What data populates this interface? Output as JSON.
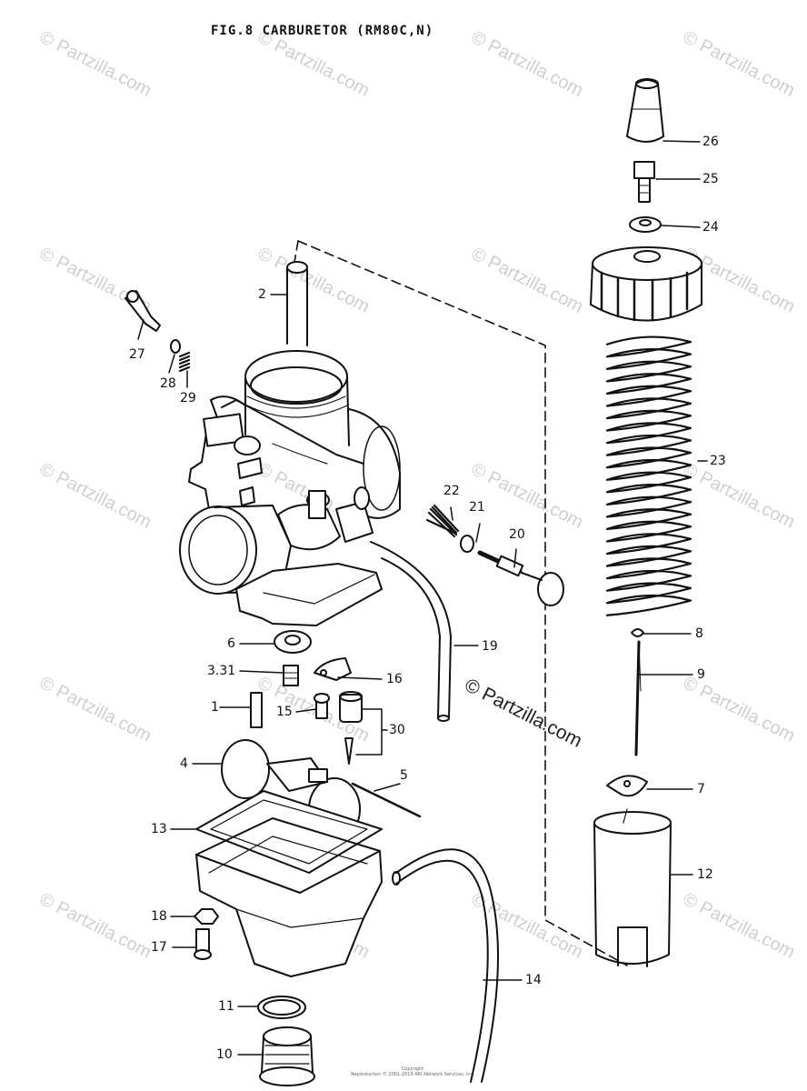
{
  "title": "FIG.8  CARBURETOR (RM80C,N)",
  "watermark": "© Partzilla.com",
  "footer": {
    "line1": "Copyright",
    "line2": "Reproduction © 2001-2019 ARI Network Services, Inc."
  },
  "callouts": [
    {
      "id": "c26",
      "label": "26"
    },
    {
      "id": "c25",
      "label": "25"
    },
    {
      "id": "c24",
      "label": "24"
    },
    {
      "id": "c2",
      "label": "2"
    },
    {
      "id": "c27",
      "label": "27"
    },
    {
      "id": "c28",
      "label": "28"
    },
    {
      "id": "c29",
      "label": "29"
    },
    {
      "id": "c23",
      "label": "23"
    },
    {
      "id": "c22",
      "label": "22"
    },
    {
      "id": "c21",
      "label": "21"
    },
    {
      "id": "c20",
      "label": "20"
    },
    {
      "id": "c19",
      "label": "19"
    },
    {
      "id": "c8",
      "label": "8"
    },
    {
      "id": "c9",
      "label": "9"
    },
    {
      "id": "c6",
      "label": "6"
    },
    {
      "id": "c331",
      "label": "3.31"
    },
    {
      "id": "c16",
      "label": "16"
    },
    {
      "id": "c1",
      "label": "1"
    },
    {
      "id": "c15",
      "label": "15"
    },
    {
      "id": "c30",
      "label": "30"
    },
    {
      "id": "c4",
      "label": "4"
    },
    {
      "id": "c5",
      "label": "5"
    },
    {
      "id": "c7",
      "label": "7"
    },
    {
      "id": "c13",
      "label": "13"
    },
    {
      "id": "c12",
      "label": "12"
    },
    {
      "id": "c18",
      "label": "18"
    },
    {
      "id": "c17",
      "label": "17"
    },
    {
      "id": "c14",
      "label": "14"
    },
    {
      "id": "c11",
      "label": "11"
    },
    {
      "id": "c10",
      "label": "10"
    }
  ]
}
